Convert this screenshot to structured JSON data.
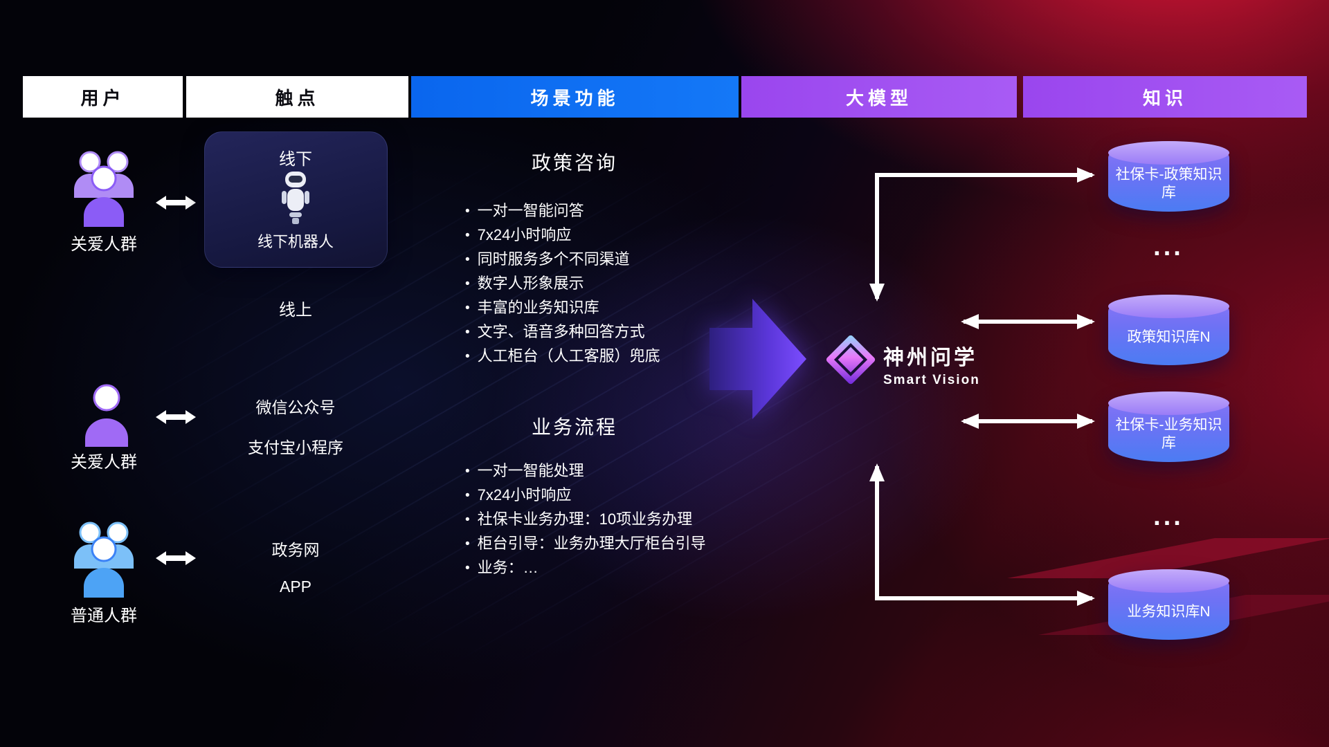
{
  "header": {
    "columns": [
      {
        "label": "用户"
      },
      {
        "label": "触点"
      },
      {
        "label": "场景功能"
      },
      {
        "label": "大模型"
      },
      {
        "label": "知识"
      }
    ]
  },
  "users": {
    "groups": [
      {
        "label": "关爱人群",
        "icon": "group-people-purple-icon"
      },
      {
        "label": "关爱人群",
        "icon": "single-person-purple-icon"
      },
      {
        "label": "普通人群",
        "icon": "group-people-blue-icon"
      }
    ]
  },
  "touchpoints": {
    "offline": {
      "title": "线下",
      "robot_label": "线下机器人"
    },
    "online_title": "线上",
    "online_items": [
      "微信公众号",
      "支付宝小程序"
    ],
    "web_items": [
      "政务网",
      "APP"
    ]
  },
  "scenarios": {
    "policy": {
      "title": "政策咨询",
      "bullets": [
        "一对一智能问答",
        "7x24小时响应",
        "同时服务多个不同渠道",
        "数字人形象展示",
        "丰富的业务知识库",
        "文字、语音多种回答方式",
        "人工柜台（人工客服）兜底"
      ]
    },
    "business": {
      "title": "业务流程",
      "bullets": [
        "一对一智能处理",
        "7x24小时响应",
        "社保卡业务办理：10项业务办理",
        "柜台引导：业务办理大厅柜台引导",
        "业务：…"
      ]
    }
  },
  "model": {
    "name": "神州问学",
    "subtitle": "Smart Vision"
  },
  "knowledge": {
    "db1": "社保卡-政策知识库",
    "db2": "政策知识库N",
    "db3": "社保卡-业务知识库",
    "db4": "业务知识库N",
    "ellipsis": "..."
  },
  "colors": {
    "header_blue": "#0a66ee",
    "header_purple": "#a052f0",
    "cylinder_top": "#b69af9",
    "cylinder_body": "#4b7cf3",
    "accent_purple": "#7c4dff",
    "background_red": "#c51236",
    "user_purple": "#9d6ff0",
    "user_blue": "#4da3f5"
  }
}
